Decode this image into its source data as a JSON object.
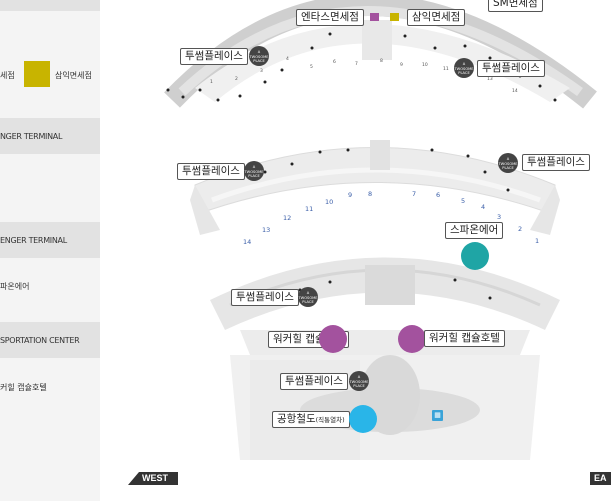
{
  "legend": {
    "item_top_left_label": "세점",
    "item_yellow_label": "삼익면세점",
    "band1_label": "NGER TERMINAL",
    "band2_label": "ENGER TERMINAL",
    "item_spaon": "파온에어",
    "band3_label": "SPORTATION CENTER",
    "item_capsule": "커힐 캡슐호텔",
    "yellow_color": "#c8b400"
  },
  "map": {
    "top_shop_label": "SM면세점",
    "entas_label": "엔타스면세점",
    "samik_label": "삼익면세점",
    "twosome_labels": [
      "투썸플레이스",
      "투썸플레이스",
      "투썸플레이스",
      "투썸플레이스",
      "투썸플레이스",
      "투썸플레이스"
    ],
    "twosome_badge": "A TWOSOME PLACE",
    "spaon_label": "스파온에어",
    "capsule_labels": [
      "워커힐 캡슐호텔",
      "워커힐 캡슐호텔"
    ],
    "rail_label": "공항철도",
    "rail_sub": "(직통열차)",
    "gates": [
      "14",
      "13",
      "12",
      "11",
      "10",
      "9",
      "8",
      "7",
      "6",
      "5",
      "4",
      "3",
      "2",
      "1"
    ],
    "west_label": "WEST",
    "east_label": "EA",
    "colors": {
      "teal": "#1fa5a5",
      "purple": "#a3529e",
      "blue": "#29b5e8",
      "magenta": "#b03c8c"
    }
  }
}
